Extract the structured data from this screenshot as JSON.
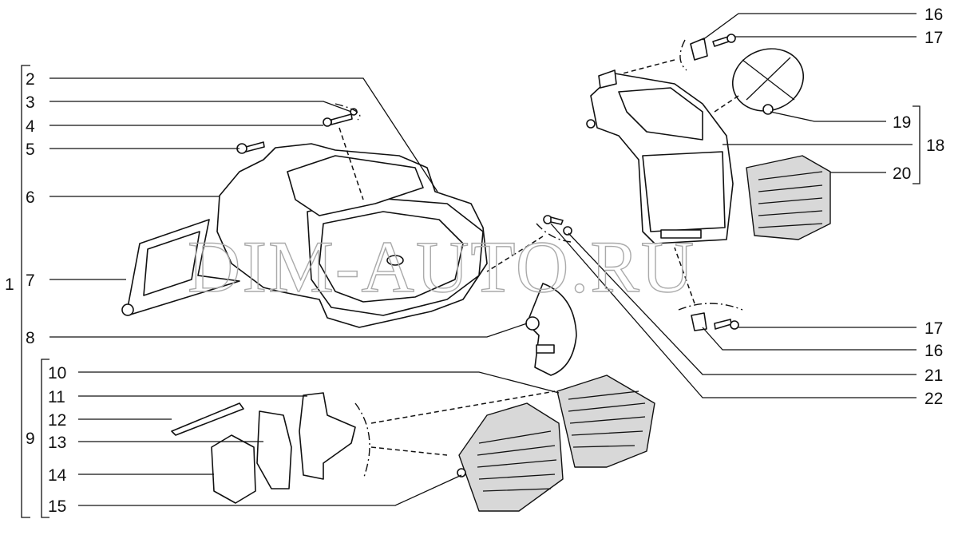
{
  "watermark": "DIM-AUTO.RU",
  "callouts": {
    "c1": "1",
    "c2": "2",
    "c3": "3",
    "c4": "4",
    "c5": "5",
    "c6": "6",
    "c7": "7",
    "c8": "8",
    "c9": "9",
    "c10": "10",
    "c11": "11",
    "c12": "12",
    "c13": "13",
    "c14": "14",
    "c15": "15",
    "c16a": "16",
    "c17a": "17",
    "c18": "18",
    "c19": "19",
    "c20": "20",
    "c17b": "17",
    "c16b": "16",
    "c21": "21",
    "c22": "22"
  }
}
